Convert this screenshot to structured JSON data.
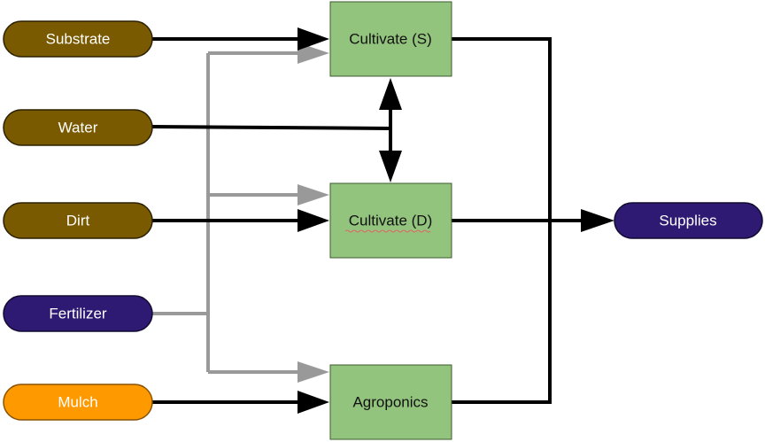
{
  "colors": {
    "brown": "#7a5a00",
    "purple": "#2e1a73",
    "orange": "#ff9900",
    "green": "#93c47d",
    "black_line": "#000000",
    "gray_line": "#999999",
    "spellcheck_underline": "#e06666"
  },
  "inputs": [
    {
      "label": "Substrate",
      "color": "brown"
    },
    {
      "label": "Water",
      "color": "brown"
    },
    {
      "label": "Dirt",
      "color": "brown"
    },
    {
      "label": "Fertilizer",
      "color": "purple"
    },
    {
      "label": "Mulch",
      "color": "orange"
    }
  ],
  "processes": [
    {
      "label": "Cultivate (S)"
    },
    {
      "label": "Cultivate (D)"
    },
    {
      "label": "Agroponics"
    }
  ],
  "output": {
    "label": "Supplies",
    "color": "purple"
  }
}
